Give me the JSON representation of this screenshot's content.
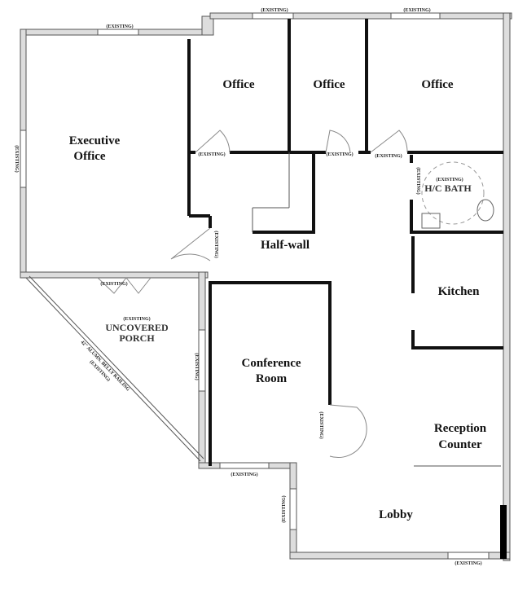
{
  "rooms": {
    "executive_office": [
      "Executive",
      "Office"
    ],
    "office_1": "Office",
    "office_2": "Office",
    "office_3": "Office",
    "half_wall": "Half-wall",
    "bath": "H/C BATH",
    "kitchen": "Kitchen",
    "conference": [
      "Conference",
      "Room"
    ],
    "reception": [
      "Reception",
      "Counter"
    ],
    "lobby": "Lobby",
    "porch": [
      "UNCOVERED",
      "PORCH"
    ],
    "railing": "42\" ALUMN. BELLY RAILING"
  },
  "existing_label": "(EXISTING)",
  "colors": {
    "wall": "#111111",
    "existing_wall": "#dddddd"
  }
}
